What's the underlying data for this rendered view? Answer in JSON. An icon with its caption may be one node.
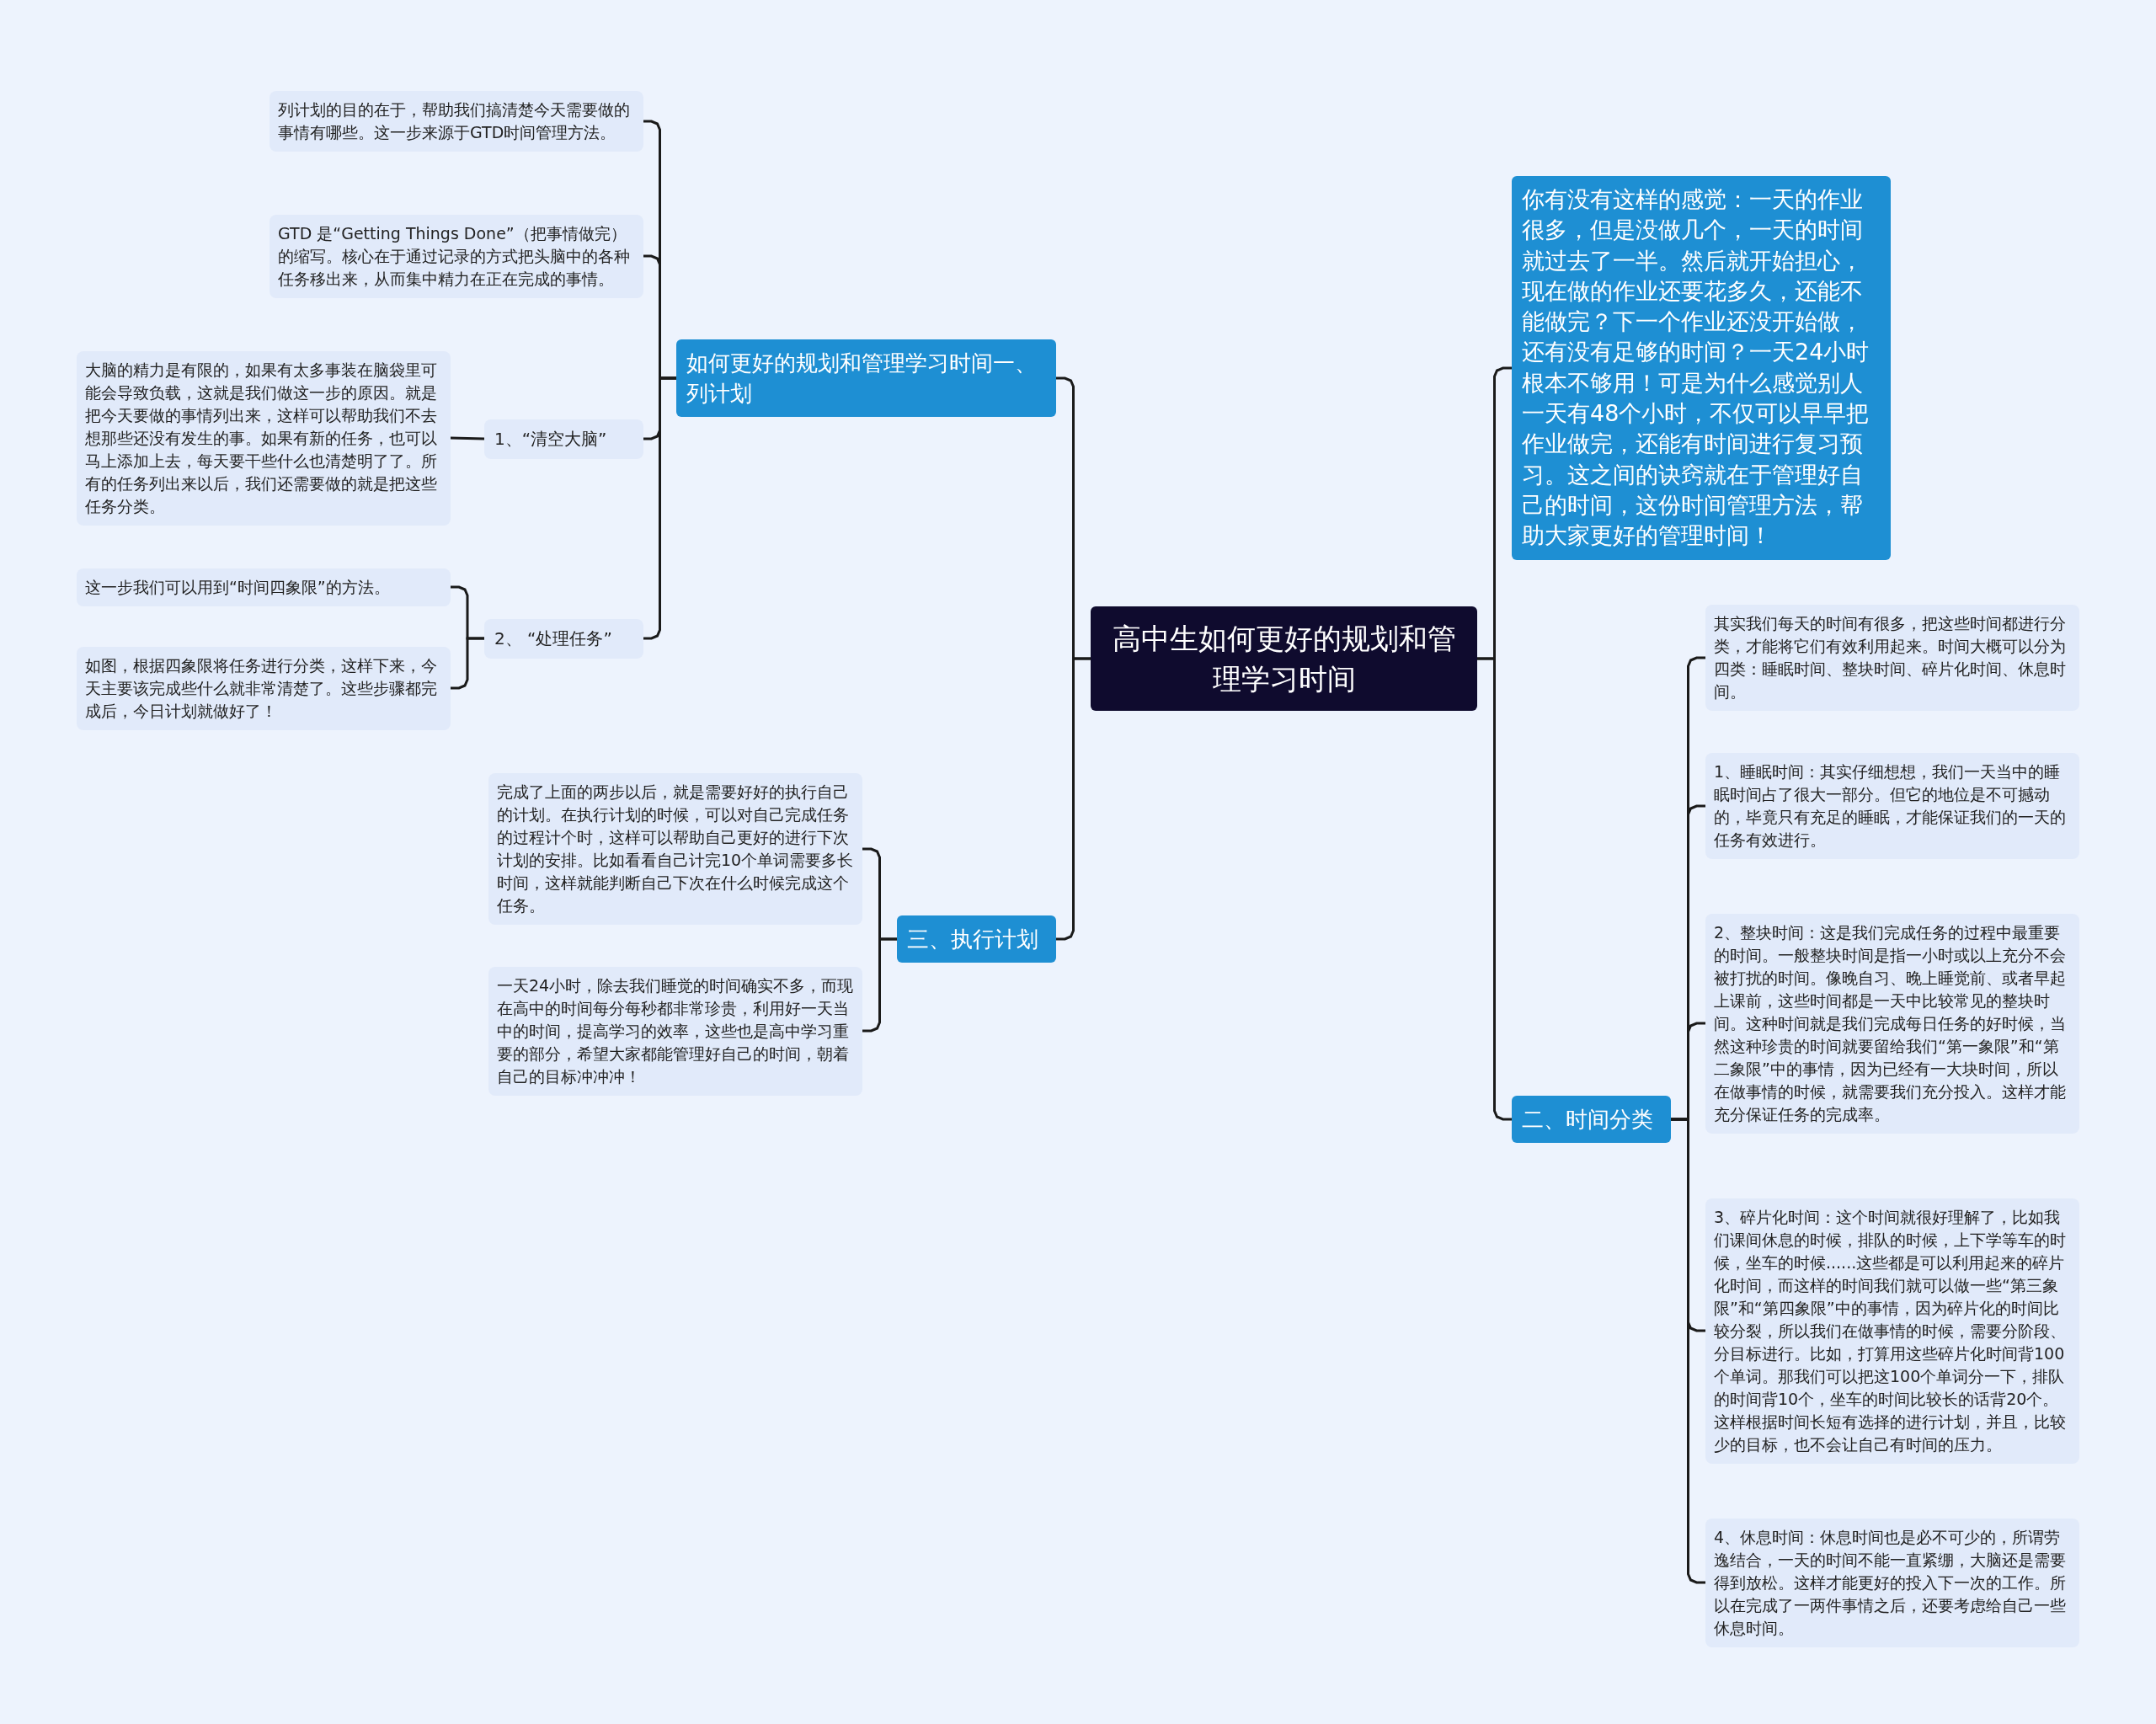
{
  "diagram": {
    "nodes": [
      {
        "text": [
          "高中生如何更好的规划和管理学习时间"
        ]
      },
      {
        "text": [
          "如何更好的规划和管理学习时间一、列计划"
        ]
      },
      {
        "text": [
          "列计划的目的在于，帮助我们搞清楚今天需要做的事情有哪些。这一步来源于GTD时间管理方法。"
        ]
      },
      {
        "text": [
          "GTD 是“Getting Things Done”（把事情做完）的缩写。核心在于通过记录的方式把头脑中的各种任务移出来，从而集中精力在正在完成的事情。"
        ]
      },
      {
        "text": [
          "1、“清空大脑”"
        ]
      },
      {
        "text": [
          "大脑的精力是有限的，如果有太多事装在脑袋里可能会导致负载，这就是我们做这一步的原因。就是把今天要做的事情列出来，这样可以帮助我们不去想那些还没有发生的事。如果有新的任务，也可以马上添加上去，每天要干些什么也清楚明了了。所有的任务列出来以后，我们还需要做的就是把这些任务分类。"
        ]
      },
      {
        "text": [
          "2、 “处理任务”"
        ]
      },
      {
        "text": [
          "这一步我们可以用到“时间四象限”的方法。"
        ]
      },
      {
        "text": [
          "如图，根据四象限将任务进行分类，这样下来，今天主要该完成些什么就非常清楚了。这些步骤都完成后，今日计划就做好了！"
        ]
      },
      {
        "text": [
          "三、执行计划"
        ]
      },
      {
        "text": [
          "完成了上面的两步以后，就是需要好好的执行自己的计划。在执行计划的时候，可以对自己完成任务的过程计个时，这样可以帮助自己更好的进行下次计划的安排。比如看看自己计完10个单词需要多长时间，这样就能判断自己下次在什么时候完成这个任务。"
        ]
      },
      {
        "text": [
          "一天24小时，除去我们睡觉的时间确实不多，而现在高中的时间每分每秒都非常珍贵，利用好一天当中的时间，提高学习的效率，这些也是高中学习重要的部分，希望大家都能管理好自己的时间，朝着自己的目标冲冲冲！"
        ]
      },
      {
        "text": [
          "你有没有这样的感觉：一天的作业很多，但是没做几个，一天的时间就过去了一半。然后就开始担心，现在做的作业还要花多久，还能不能做完？下一个作业还没开始做，还有没有足够的时间？一天24小时根本不够用！可是为什么感觉别人一天有48个小时，不仅可以早早把作业做完，还能有时间进行复习预习。这之间的诀窍就在于管理好自己的时间，这份时间管理方法，帮助大家更好的管理时间！"
        ]
      },
      {
        "text": [
          "二、时间分类"
        ]
      },
      {
        "text": [
          "其实我们每天的时间有很多，把这些时间都进行分类，才能将它们有效利用起来。时间大概可以分为四类：睡眠时间、整块时间、碎片化时间、休息时间。"
        ]
      },
      {
        "text": [
          "1、睡眠时间：其实仔细想想，我们一天当中的睡眠时间占了很大一部分。但它的地位是不可撼动的，毕竟只有充足的睡眠，才能保证我们的一天的任务有效进行。"
        ]
      },
      {
        "text": [
          "2、整块时间：这是我们完成任务的过程中最重要的时间。一般整块时间是指一小时或以上充分不会被打扰的时间。像晚自习、晚上睡觉前、或者早起上课前，这些时间都是一天中比较常见的整块时间。这种时间就是我们完成每日任务的好时候，当然这种珍贵的时间就要留给我们“第一象限”和“第二象限”中的事情，因为已经有一大块时间，所以在做事情的时候，就需要我们充分投入。这样才能充分保证任务的完成率。"
        ]
      },
      {
        "text": [
          "3、碎片化时间：这个时间就很好理解了，比如我们课间休息的时候，排队的时候，上下学等车的时候，坐车的时候......这些都是可以利用起来的碎片化时间，而这样的时间我们就可以做一些“第三象限”和“第四象限”中的事情，因为碎片化的时间比较分裂，所以我们在做事情的时候，需要分阶段、分目标进行。比如，打算用这些碎片化时间背100个单词。那我们可以把这100个单词分一下，排队的时间背10个，坐车的时间比较长的话背20个。这样根据时间长短有选择的进行计划，并且，比较少的目标，也不会让自己有时间的压力。"
        ]
      },
      {
        "text": [
          "4、休息时间：休息时间也是必不可少的，所谓劳逸结合，一天的时间不能一直紧绷，大脑还是需要得到放松。这样才能更好的投入下一次的工作。所以在完成了一两件事情之后，还要考虑给自己一些休息时间。"
        ]
      }
    ],
    "edges": [
      {
        "from": 0,
        "to": 1,
        "arrow": "none"
      },
      {
        "from": 1,
        "to": 2,
        "arrow": "none"
      },
      {
        "from": 1,
        "to": 3,
        "arrow": "none"
      },
      {
        "from": 1,
        "to": 4,
        "arrow": "none"
      },
      {
        "from": 4,
        "to": 5,
        "arrow": "none"
      },
      {
        "from": 1,
        "to": 6,
        "arrow": "none"
      },
      {
        "from": 6,
        "to": 7,
        "arrow": "none"
      },
      {
        "from": 6,
        "to": 8,
        "arrow": "none"
      },
      {
        "from": 0,
        "to": 9,
        "arrow": "none"
      },
      {
        "from": 9,
        "to": 10,
        "arrow": "none"
      },
      {
        "from": 9,
        "to": 11,
        "arrow": "none"
      },
      {
        "from": 0,
        "to": 12,
        "arrow": "none"
      },
      {
        "from": 0,
        "to": 13,
        "arrow": "none"
      },
      {
        "from": 13,
        "to": 14,
        "arrow": "none"
      },
      {
        "from": 13,
        "to": 15,
        "arrow": "none"
      },
      {
        "from": 13,
        "to": 16,
        "arrow": "none"
      },
      {
        "from": 13,
        "to": 17,
        "arrow": "none"
      },
      {
        "from": 13,
        "to": 18,
        "arrow": "none"
      }
    ]
  }
}
